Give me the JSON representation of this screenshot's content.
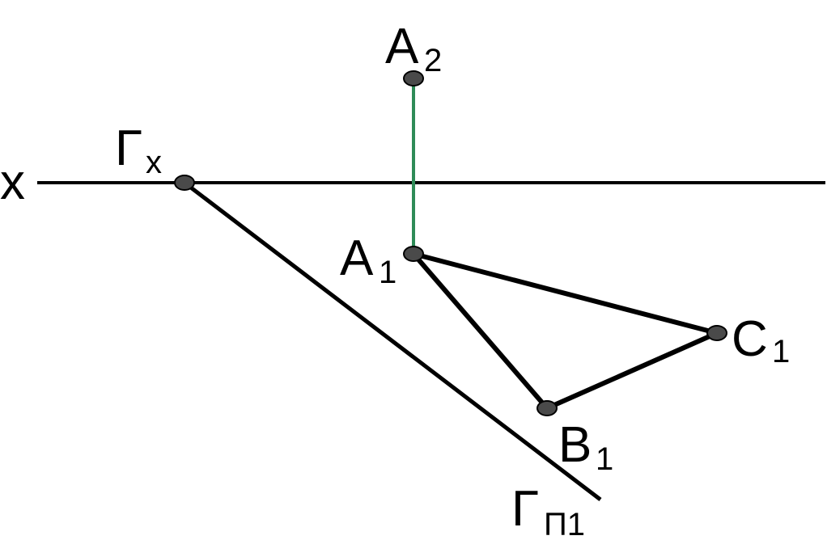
{
  "colors": {
    "line": "#000000",
    "projection_link": "#2e8b57",
    "point_fill": "#4a4a4a",
    "point_stroke": "#000000",
    "background": "#ffffff"
  },
  "labels": {
    "axis": "x",
    "A2": {
      "main": "A",
      "sub": "2"
    },
    "Gx": {
      "main": "Г",
      "sub": "x"
    },
    "A1": {
      "main": "A",
      "sub": "1"
    },
    "C1": {
      "main": "C",
      "sub": "1"
    },
    "B1": {
      "main": "B",
      "sub": "1"
    },
    "Gp1": {
      "main": "Г",
      "sub": "П1"
    }
  }
}
